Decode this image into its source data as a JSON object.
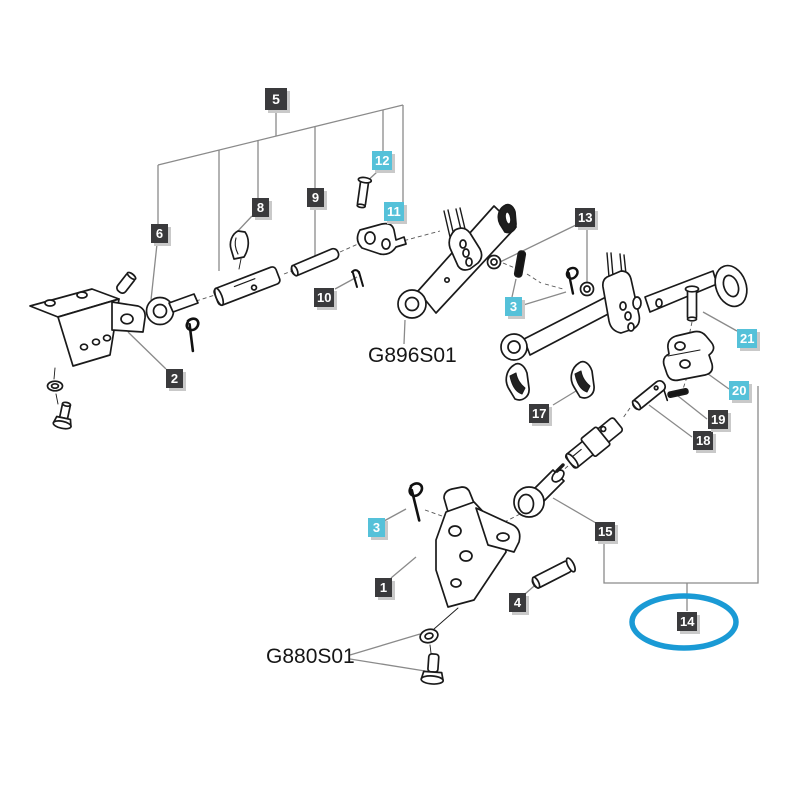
{
  "diagram": {
    "part_codes": {
      "g896": "G896S01",
      "g880": "G880S01"
    },
    "callouts": {
      "c1": "1",
      "c2": "2",
      "c3a": "3",
      "c3b": "3",
      "c4": "4",
      "c5": "5",
      "c6": "6",
      "c8": "8",
      "c9": "9",
      "c10": "10",
      "c11": "11",
      "c12": "12",
      "c13": "13",
      "c14": "14",
      "c15": "15",
      "c17": "17",
      "c18": "18",
      "c19": "19",
      "c20": "20",
      "c21": "21"
    },
    "highlighted_callouts": [
      "3",
      "11",
      "12",
      "20",
      "21"
    ],
    "circled_callout": "14",
    "colors": {
      "badge_dark": "#3a3a3c",
      "badge_cyan": "#55c1d9",
      "highlight_blue": "#1a9ad5",
      "leader_gray": "#8a8a8a"
    }
  }
}
